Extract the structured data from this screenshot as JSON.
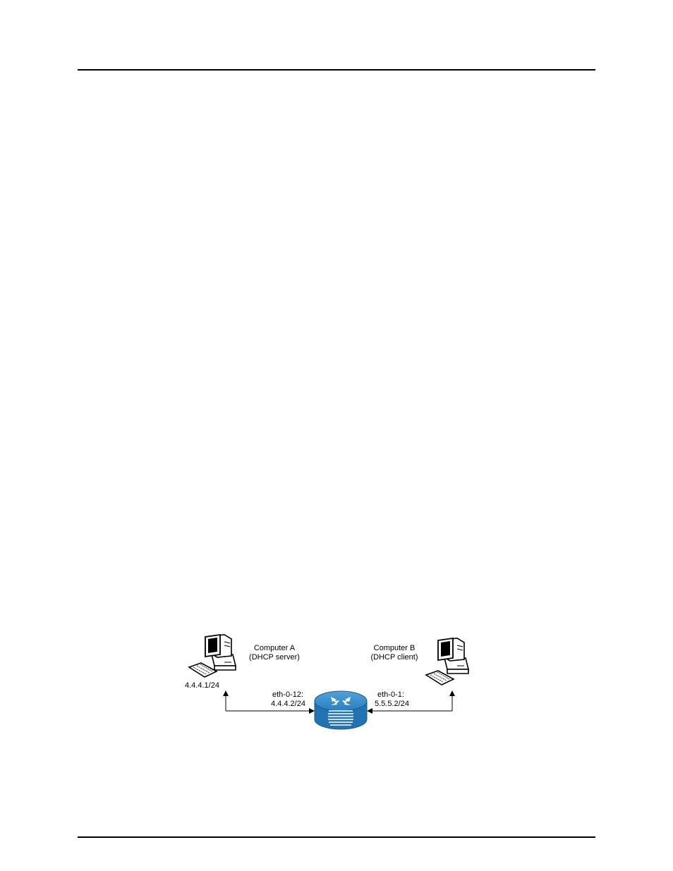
{
  "diagram": {
    "computer_a": {
      "name": "Computer A",
      "role": "(DHCP server)",
      "ip": "4.4.4.1/24"
    },
    "computer_b": {
      "name": "Computer  B",
      "role": "(DHCP client)"
    },
    "router": {
      "left_interface": "eth-0-12:",
      "left_ip": "4.4.4.2/24",
      "right_interface": "eth-0-1:",
      "right_ip": "5.5.5.2/24"
    }
  }
}
